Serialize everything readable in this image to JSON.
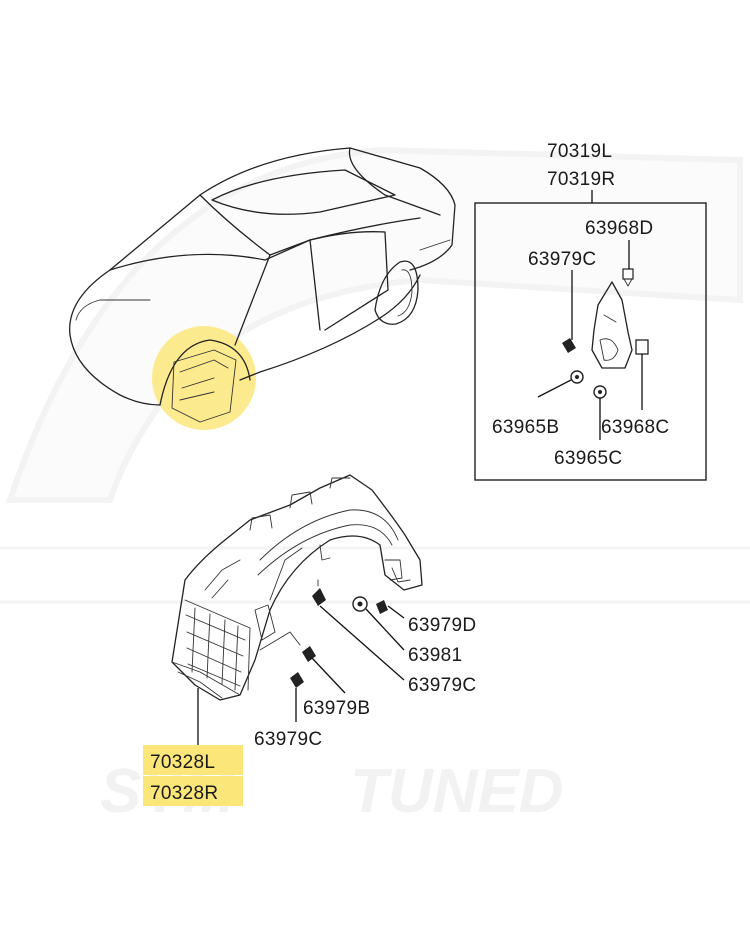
{
  "watermark": {
    "text_a": "SYM",
    "text_b": "TUNED"
  },
  "colors": {
    "highlight": "#fbe67a",
    "line": "#222222",
    "watermark": "#f2f2f2"
  },
  "labels": {
    "kit_upper_l": "70319L",
    "kit_upper_r": "70319R",
    "p63968D": "63968D",
    "p63979C_inset": "63979C",
    "p63965B": "63965B",
    "p63968C": "63968C",
    "p63965C": "63965C",
    "p63979D": "63979D",
    "p63981": "63981",
    "p63979C_right": "63979C",
    "p63979B": "63979B",
    "p63979C_bottom": "63979C",
    "liner_l": "70328L",
    "liner_r": "70328R"
  }
}
